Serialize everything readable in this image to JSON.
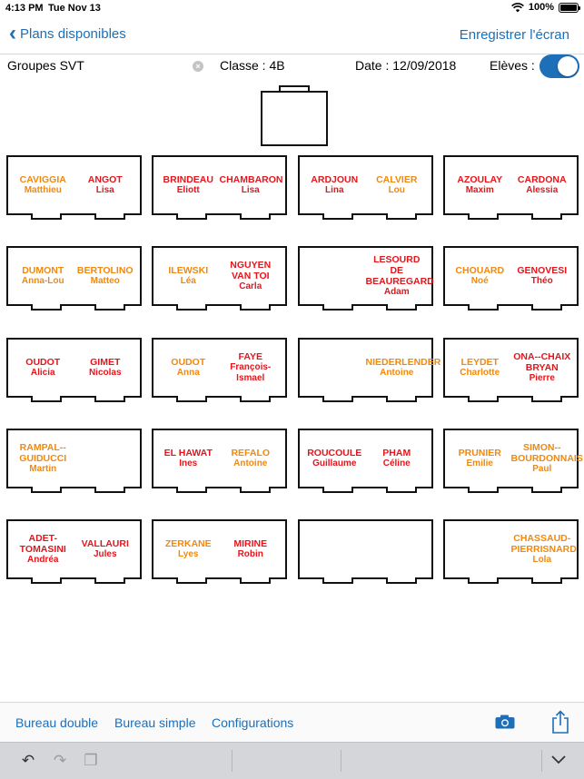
{
  "status": {
    "time": "4:13 PM",
    "date": "Tue Nov 13",
    "battery": "100%"
  },
  "nav": {
    "back_label": "Plans disponibles",
    "save_label": "Enregistrer l'écran"
  },
  "info": {
    "group_value": "Groupes SVT",
    "classe": "Classe : 4B",
    "date": "Date : 12/09/2018",
    "eleves_label": "Elèves :",
    "eleves_toggle_on": true
  },
  "colors": {
    "accent": "#1d6fb8",
    "orange": "#f0890e",
    "red": "#e5151c"
  },
  "desks": [
    [
      [
        {
          "ln": "CAVIGGIA",
          "fn": "Matthieu",
          "c": "orange"
        },
        {
          "ln": "ANGOT",
          "fn": "Lisa",
          "c": "red"
        }
      ],
      [
        {
          "ln": "BRINDEAU",
          "fn": "Eliott",
          "c": "red"
        },
        {
          "ln": "CHAMBARON",
          "fn": "Lisa",
          "c": "red"
        }
      ],
      [
        {
          "ln": "ARDJOUN",
          "fn": "Lina",
          "c": "red"
        },
        {
          "ln": "CALVIER",
          "fn": "Lou",
          "c": "orange"
        }
      ],
      [
        {
          "ln": "AZOULAY",
          "fn": "Maxim",
          "c": "red"
        },
        {
          "ln": "CARDONA",
          "fn": "Alessia",
          "c": "red"
        }
      ]
    ],
    [
      [
        {
          "ln": "DUMONT",
          "fn": "Anna-Lou",
          "c": "orange"
        },
        {
          "ln": "BERTOLINO",
          "fn": "Matteo",
          "c": "orange"
        }
      ],
      [
        {
          "ln": "ILEWSKI",
          "fn": "Léa",
          "c": "orange"
        },
        {
          "ln": "NGUYEN VAN TOI",
          "fn": "Carla",
          "c": "red"
        }
      ],
      [
        null,
        {
          "ln": "LESOURD DE BEAUREGARD",
          "fn": "Adam",
          "c": "red"
        }
      ],
      [
        {
          "ln": "CHOUARD",
          "fn": "Noé",
          "c": "orange"
        },
        {
          "ln": "GENOVESI",
          "fn": "Théo",
          "c": "red"
        }
      ]
    ],
    [
      [
        {
          "ln": "OUDOT",
          "fn": "Alicia",
          "c": "red"
        },
        {
          "ln": "GIMET",
          "fn": "Nicolas",
          "c": "red"
        }
      ],
      [
        {
          "ln": "OUDOT",
          "fn": "Anna",
          "c": "orange"
        },
        {
          "ln": "FAYE",
          "fn": "François-Ismael",
          "c": "red"
        }
      ],
      [
        null,
        {
          "ln": "NIEDERLENDER",
          "fn": "Antoine",
          "c": "orange"
        }
      ],
      [
        {
          "ln": "LEYDET",
          "fn": "Charlotte",
          "c": "orange"
        },
        {
          "ln": "ONA--CHAIX BRYAN",
          "fn": "Pierre",
          "c": "red"
        }
      ]
    ],
    [
      [
        {
          "ln": "RAMPAL--GUIDUCCI",
          "fn": "Martin",
          "c": "orange"
        },
        null
      ],
      [
        {
          "ln": "EL HAWAT",
          "fn": "Ines",
          "c": "red"
        },
        {
          "ln": "REFALO",
          "fn": "Antoine",
          "c": "orange"
        }
      ],
      [
        {
          "ln": "ROUCOULE",
          "fn": "Guillaume",
          "c": "red"
        },
        {
          "ln": "PHAM",
          "fn": "Céline",
          "c": "red"
        }
      ],
      [
        {
          "ln": "PRUNIER",
          "fn": "Emilie",
          "c": "orange"
        },
        {
          "ln": "SIMON--BOURDONNAIS",
          "fn": "Paul",
          "c": "orange"
        }
      ]
    ],
    [
      [
        {
          "ln": "ADET-TOMASINI",
          "fn": "Andréa",
          "c": "red"
        },
        {
          "ln": "VALLAURI",
          "fn": "Jules",
          "c": "red"
        }
      ],
      [
        {
          "ln": "ZERKANE",
          "fn": "Lyes",
          "c": "orange"
        },
        {
          "ln": "MIRINE",
          "fn": "Robin",
          "c": "red"
        }
      ],
      [
        null,
        null
      ],
      [
        null,
        {
          "ln": "CHASSAUD-PIERRISNARD",
          "fn": "Lola",
          "c": "orange"
        }
      ]
    ]
  ],
  "bottom": {
    "double_label": "Bureau double",
    "simple_label": "Bureau simple",
    "config_label": "Configurations"
  }
}
